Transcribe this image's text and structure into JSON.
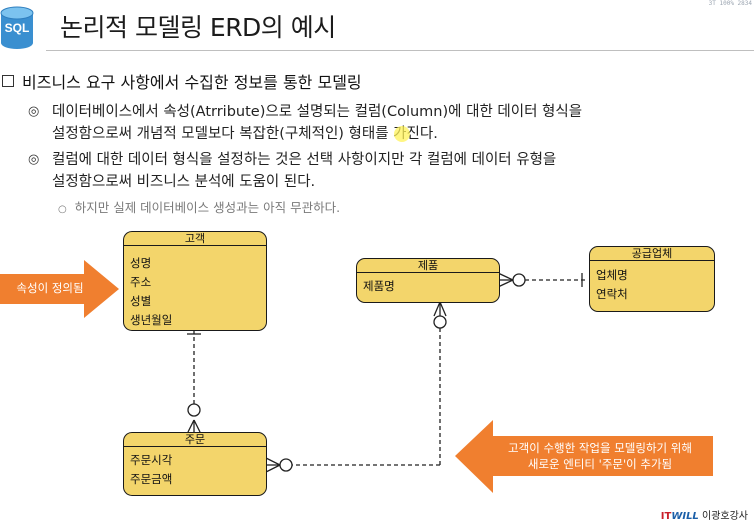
{
  "header": {
    "icon_label": "SQL",
    "title": "논리적 모델링 ERD의 예시",
    "status": "3T  100%  2834"
  },
  "content": {
    "main_bullet": "비즈니스 요구 사항에서 수집한 정보를 통한 모델링",
    "sub_bullets": [
      {
        "line1": "데이터베이스에서 속성(Atrribute)으로 설명되는 컬럼(Column)에 대한 데이터 형식을",
        "line2": "설정함으로써 개념적 모델보다 복잡한(구체적인) 형태를 가진다."
      },
      {
        "line1": "컬럼에 대한 데이터 형식을 설정하는 것은 선택 사항이지만 각 컬럼에 데이터 유형을",
        "line2": "설정함으로써 비즈니스 분석에 도움이 된다."
      }
    ],
    "sub_sub_bullet": "하지만 실제 데이터베이스 생성과는 아직 무관하다."
  },
  "diagram": {
    "entities": {
      "customer": {
        "title": "고객",
        "attributes": [
          "성명",
          "주소",
          "성별",
          "생년월일"
        ]
      },
      "product": {
        "title": "제품",
        "attributes": [
          "제품명"
        ]
      },
      "supplier": {
        "title": "공급업체",
        "attributes": [
          "업체명",
          "연락처"
        ]
      },
      "order": {
        "title": "주문",
        "attributes": [
          "주문시각",
          "주문금액"
        ]
      }
    },
    "callouts": {
      "left": "속성이 정의됨",
      "right_line1": "고객이 수행한 작업을 모델링하기 위해",
      "right_line2": "새로운 엔티티 '주문'이 추가됨"
    },
    "colors": {
      "entity_fill": "#f3d56b",
      "callout": "#f07f2f"
    }
  },
  "footer": {
    "logo_it": "IT",
    "logo_will": "WILL",
    "logo_name": "이광호강사"
  }
}
